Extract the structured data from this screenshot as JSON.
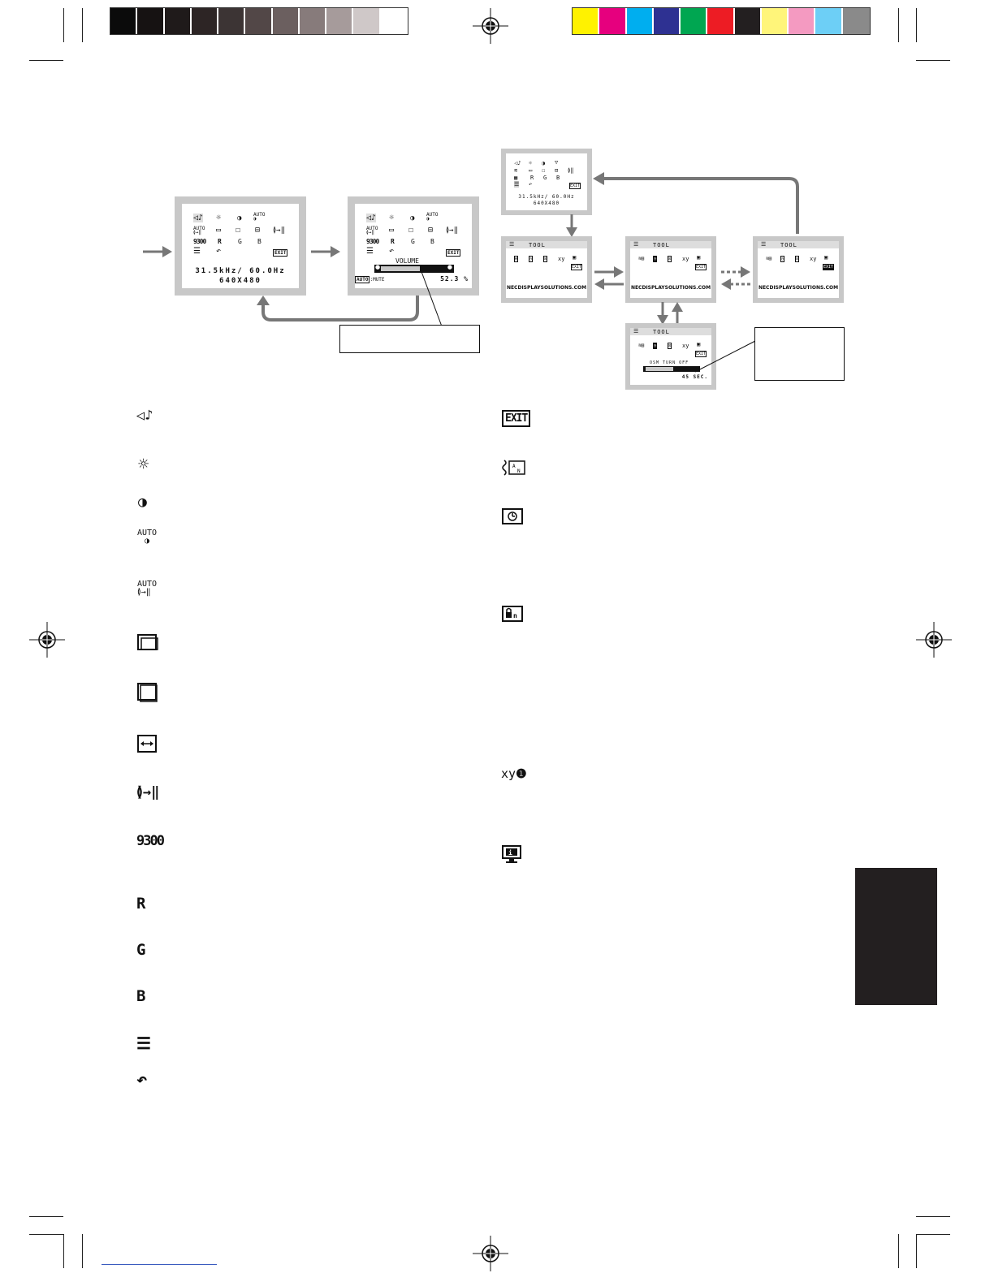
{
  "colors": {
    "gray_ramp": [
      "#0b0b0b",
      "#161212",
      "#1f1a1a",
      "#2d2525",
      "#3c3434",
      "#524747",
      "#6b5f5f",
      "#877b7b",
      "#a69b9b",
      "#cfc8c8",
      "#ffffff"
    ],
    "process": [
      "#fff200",
      "#e6007e",
      "#00aeef",
      "#2e3192",
      "#00a651",
      "#ed1c24",
      "#231f20",
      "#fff57a",
      "#f49ac1",
      "#6dcff6",
      "#8a8a8a"
    ]
  },
  "osd_main": {
    "freq": "31.5kHz/ 60.0Hz",
    "res": "640X480",
    "auto": "AUTO",
    "r": "R",
    "g": "G",
    "b": "B",
    "temp": "9300",
    "exit": "EXIT"
  },
  "osd_volume": {
    "label": "VOLUME",
    "mute": "MUTE",
    "auto": "AUTO",
    "value": "52.3 %"
  },
  "osd_small": {
    "freq": "31.5kHz/ 60.0Hz",
    "res": "640X480"
  },
  "tool_screens": {
    "title": "TOOL",
    "url": "NECDISPLAYSOLUTIONS.COM",
    "osm_turn_off": "OSM TURN OFF",
    "seconds": "45 SEC."
  },
  "left_icons": {
    "auto_contrast": "AUTO",
    "auto_adjust": "AUTO",
    "temp": "9300",
    "r": "R",
    "g": "G",
    "b": "B"
  },
  "right_icons": {
    "exit": "EXIT",
    "xy": "xy"
  }
}
